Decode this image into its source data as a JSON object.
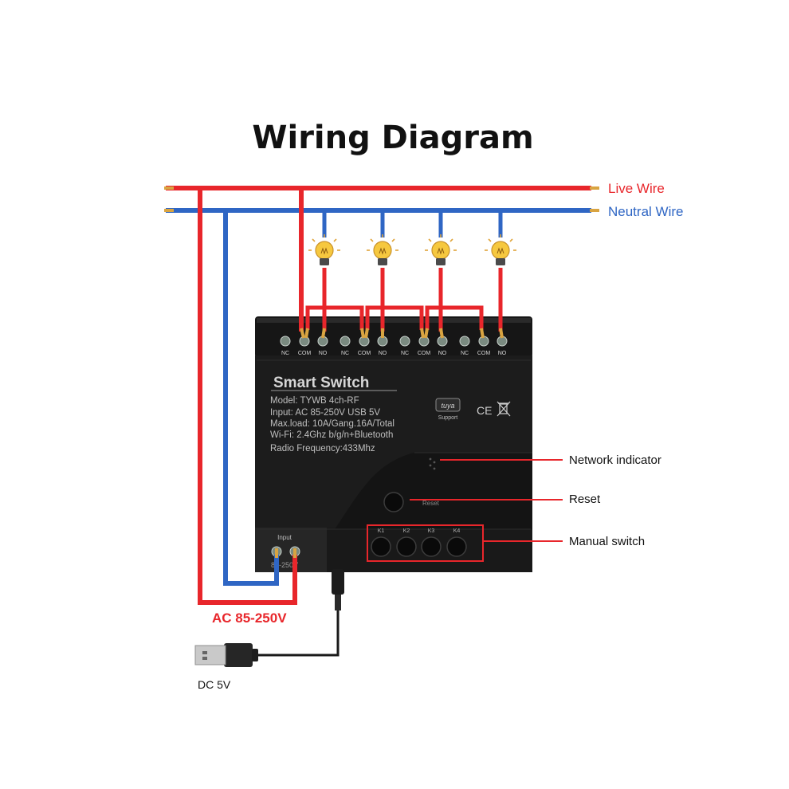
{
  "title": "Wiring Diagram",
  "wires": {
    "live_label": "Live Wire",
    "neutral_label": "Neutral Wire",
    "live_color": "#e8262b",
    "neutral_color": "#2f66c4",
    "copper_color": "#d9a441"
  },
  "device": {
    "name": "Smart  Switch",
    "model": "Model:  TYWB 4ch-RF",
    "input": "Input:  AC 85-250V USB 5V",
    "max_load": "Max.load:  10A/Gang.16A/Total",
    "wifi": "Wi-Fi:  2.4Ghz b/g/n+Bluetooth",
    "radio": "Radio Frequency:433Mhz",
    "brand_badge": "tuya",
    "brand_support": "Support",
    "cert_marks": "CE",
    "terminal_groups": [
      {
        "nc": "NC",
        "com": "COM",
        "no": "NO"
      },
      {
        "nc": "NC",
        "com": "COM",
        "no": "NO"
      },
      {
        "nc": "NC",
        "com": "COM",
        "no": "NO"
      },
      {
        "nc": "NC",
        "com": "COM",
        "no": "NO"
      }
    ],
    "reset_label": "Reset",
    "buttons": [
      "K1",
      "K2",
      "K3",
      "K4"
    ],
    "input_label": "Input",
    "input_rating": "85-250V",
    "body_color": "#1c1c1c"
  },
  "callouts": {
    "network_indicator": "Network indicator",
    "reset": "Reset",
    "manual_switch": "Manual switch"
  },
  "power": {
    "ac_label": "AC 85-250V",
    "dc_label": "DC 5V"
  }
}
